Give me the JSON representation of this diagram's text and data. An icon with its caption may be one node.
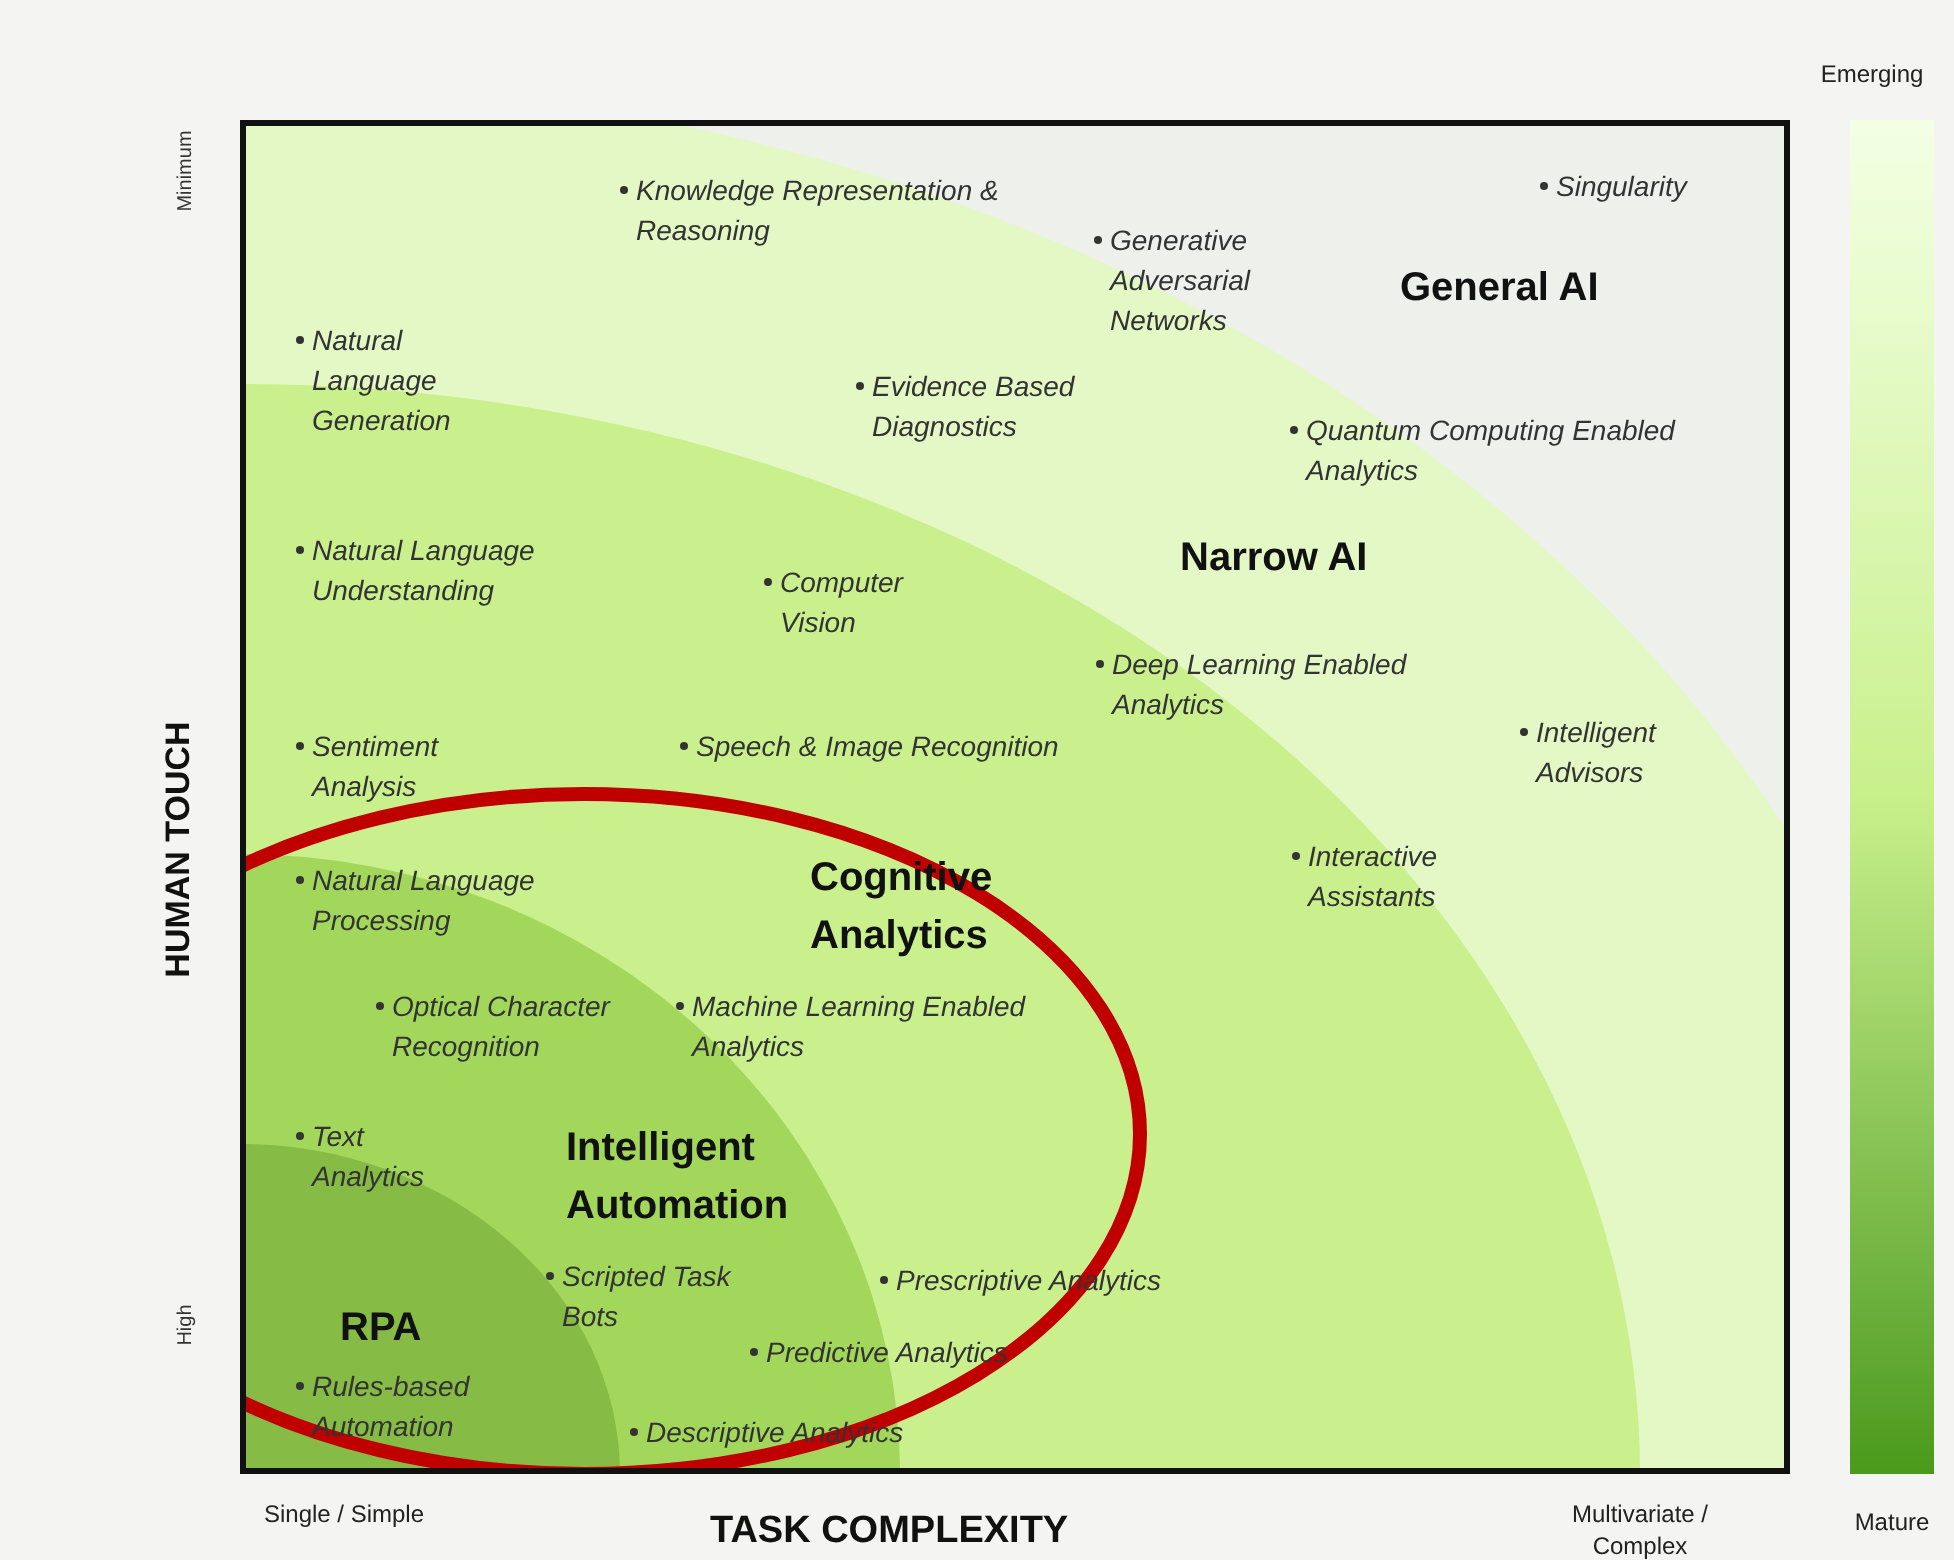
{
  "diagram": {
    "nodes": [
      {
        "text": [],
        "shape": "bar",
        "beside": [
          "Emerging",
          "Mature"
        ]
      }
    ],
    "labels": [
      "Minimum",
      "Knowledge Representation & Reasoning",
      "Singularity",
      "Generative Adversarial Networks",
      "General AI",
      "Natural Language Generation",
      "Evidence Based Diagnostics",
      "Quantum Computing Enabled Analytics",
      "Natural Language Understanding",
      "Narrow AI",
      "Computer Vision",
      "Deep Learning Enabled Analytics",
      "Sentiment Analysis",
      "Speech & Image Recognition",
      "Intelligent Advisors",
      "HUMAN TOUCH",
      "Cognitive Analytics",
      "Natural Language Processing",
      "Interactive Assistants",
      "Optical Character Recognition",
      "Machine Learning Enabled Analytics",
      "Text Analytics",
      "Intelligent Automation",
      "Scripted Task Bots",
      "Prescriptive Analytics",
      "High",
      "RPA",
      "Predictive Analytics",
      "Rules-based Automation",
      "Descriptive Analytics",
      "Single / Simple",
      "TASK COMPLEXITY",
      "Multivariate / Complex"
    ]
  }
}
